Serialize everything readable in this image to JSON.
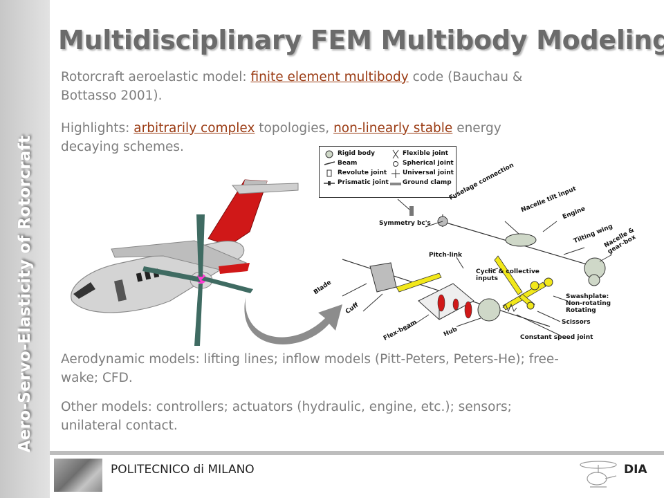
{
  "sidebar": {
    "text": "Aero-Servo-Elasticity of Rotorcraft"
  },
  "title": "Multidisciplinary FEM Multibody Modeling",
  "p1": {
    "a": "Rotorcraft aeroelastic model: ",
    "hl": "finite element multibody",
    "b": " code (Bauchau & Bottasso 2001)."
  },
  "p2": {
    "a": "Highlights: ",
    "hl1": "arbitrarily complex",
    "b": " topologies, ",
    "hl2": "non-linearly stable",
    "c": " energy decaying schemes."
  },
  "p3": "Aerodynamic models: lifting lines; inflow models (Pitt-Peters, Peters-He); free-wake; CFD.",
  "p4": "Other models: controllers; actuators (hydraulic, engine, etc.); sensors; unilateral contact.",
  "legend": {
    "rigid_body": "Rigid body",
    "beam": "Beam",
    "revolute_joint": "Revolute joint",
    "prismatic_joint": "Prismatic joint",
    "flexible_joint": "Flexible joint",
    "spherical_joint": "Spherical joint",
    "universal_joint": "Universal joint",
    "ground_clamp": "Ground clamp"
  },
  "labels": {
    "symmetry": "Symmetry bc's",
    "fuselage": "Fuselage connection",
    "nacelle_tilt": "Nacelle tilt input",
    "engine": "Engine",
    "tilting_wing": "Tilting wing",
    "nacelle_gear_1": "Nacelle &",
    "nacelle_gear_2": "gear-box",
    "pitch_link": "Pitch-link",
    "cyclic_1": "Cyclic & collective",
    "cyclic_2": "inputs",
    "blade": "Blade",
    "cuff": "Cuff",
    "swash_1": "Swashplate:",
    "swash_2": "Non-rotating",
    "swash_3": "Rotating",
    "scissors": "Scissors",
    "flex_beam": "Flex-beam",
    "hub": "Hub",
    "csj": "Constant speed joint"
  },
  "footer": {
    "left": "POLITECNICO di MILANO",
    "right": "DIA"
  },
  "colors": {
    "highlight": "#9a3a12",
    "plane_tail": "#d01818",
    "blade_yellow": "#f2e81a",
    "rotor": "#3f6b62"
  }
}
